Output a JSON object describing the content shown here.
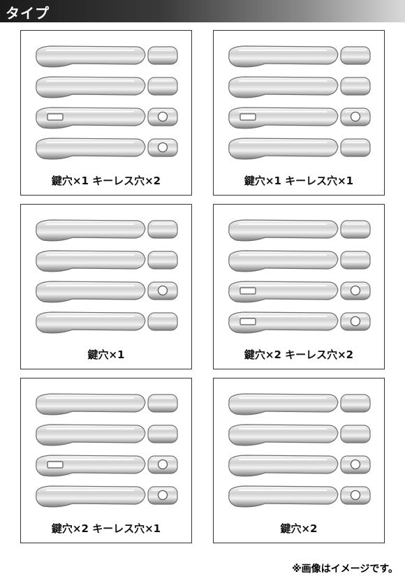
{
  "header": {
    "title": "タイプ"
  },
  "cards": [
    {
      "label": "鍵穴×1 キーレス穴×2",
      "handles": [
        "plain",
        "plain",
        "keyhole-slot",
        "keyhole"
      ]
    },
    {
      "label": "鍵穴×1 キーレス穴×1",
      "handles": [
        "plain",
        "plain",
        "keyhole-slot",
        "plain"
      ]
    },
    {
      "label": "鍵穴×1",
      "handles": [
        "plain",
        "plain",
        "keyhole",
        "plain"
      ]
    },
    {
      "label": "鍵穴×2 キーレス穴×2",
      "handles": [
        "plain",
        "plain",
        "keyhole-slot",
        "keyhole-slot"
      ]
    },
    {
      "label": "鍵穴×2 キーレス穴×1",
      "handles": [
        "plain",
        "plain",
        "keyhole-slot",
        "keyhole"
      ]
    },
    {
      "label": "鍵穴×2",
      "handles": [
        "plain",
        "plain",
        "keyhole",
        "keyhole"
      ]
    }
  ],
  "footnote": "※画像はイメージです。",
  "colors": {
    "header_dark": "#1a1a1a",
    "chrome_light": "#f4f4f4",
    "chrome_dark": "#8c8c8c",
    "border": "#333333"
  }
}
